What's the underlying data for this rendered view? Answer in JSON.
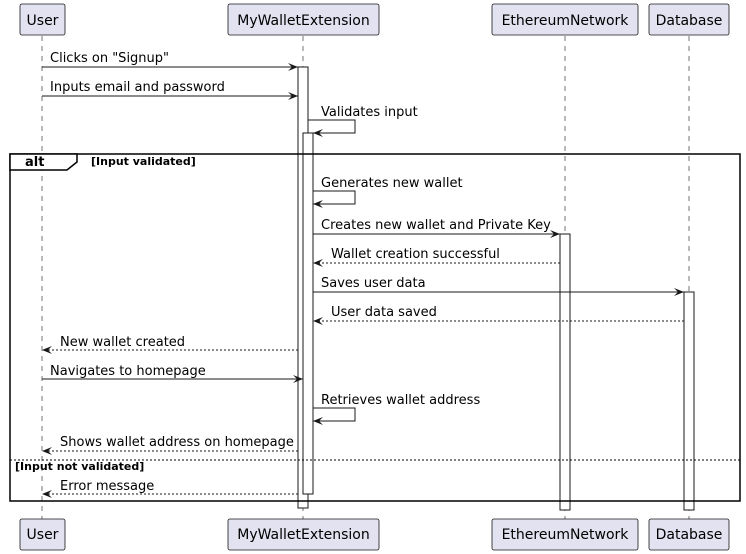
{
  "participants": [
    {
      "id": "user",
      "label": "User"
    },
    {
      "id": "ext",
      "label": "MyWalletExtension"
    },
    {
      "id": "eth",
      "label": "EthereumNetwork"
    },
    {
      "id": "db",
      "label": "Database"
    }
  ],
  "messages": [
    {
      "from": "user",
      "to": "ext",
      "label": "Clicks on \"Signup\"",
      "kind": "sync"
    },
    {
      "from": "user",
      "to": "ext",
      "label": "Inputs email and password",
      "kind": "sync"
    },
    {
      "from": "ext",
      "to": "ext",
      "label": "Validates input",
      "kind": "self"
    },
    {
      "from": "ext",
      "to": "ext",
      "label": "Generates new wallet",
      "kind": "self"
    },
    {
      "from": "ext",
      "to": "eth",
      "label": "Creates new wallet and Private Key",
      "kind": "sync"
    },
    {
      "from": "eth",
      "to": "ext",
      "label": "Wallet creation successful",
      "kind": "reply"
    },
    {
      "from": "ext",
      "to": "db",
      "label": "Saves user data",
      "kind": "sync"
    },
    {
      "from": "db",
      "to": "ext",
      "label": "User data saved",
      "kind": "reply"
    },
    {
      "from": "ext",
      "to": "user",
      "label": "New wallet created",
      "kind": "reply"
    },
    {
      "from": "user",
      "to": "ext",
      "label": "Navigates to homepage",
      "kind": "sync"
    },
    {
      "from": "ext",
      "to": "ext",
      "label": "Retrieves wallet address",
      "kind": "self"
    },
    {
      "from": "ext",
      "to": "user",
      "label": "Shows wallet address on homepage",
      "kind": "reply"
    },
    {
      "from": "ext",
      "to": "user",
      "label": "Error message",
      "kind": "reply"
    }
  ],
  "alt_fragment": {
    "keyword": "alt",
    "guard_1": "[Input validated]",
    "guard_2": "[Input not validated]"
  },
  "colors": {
    "participant_fill": "#e2e2f0",
    "stroke": "#181818"
  }
}
